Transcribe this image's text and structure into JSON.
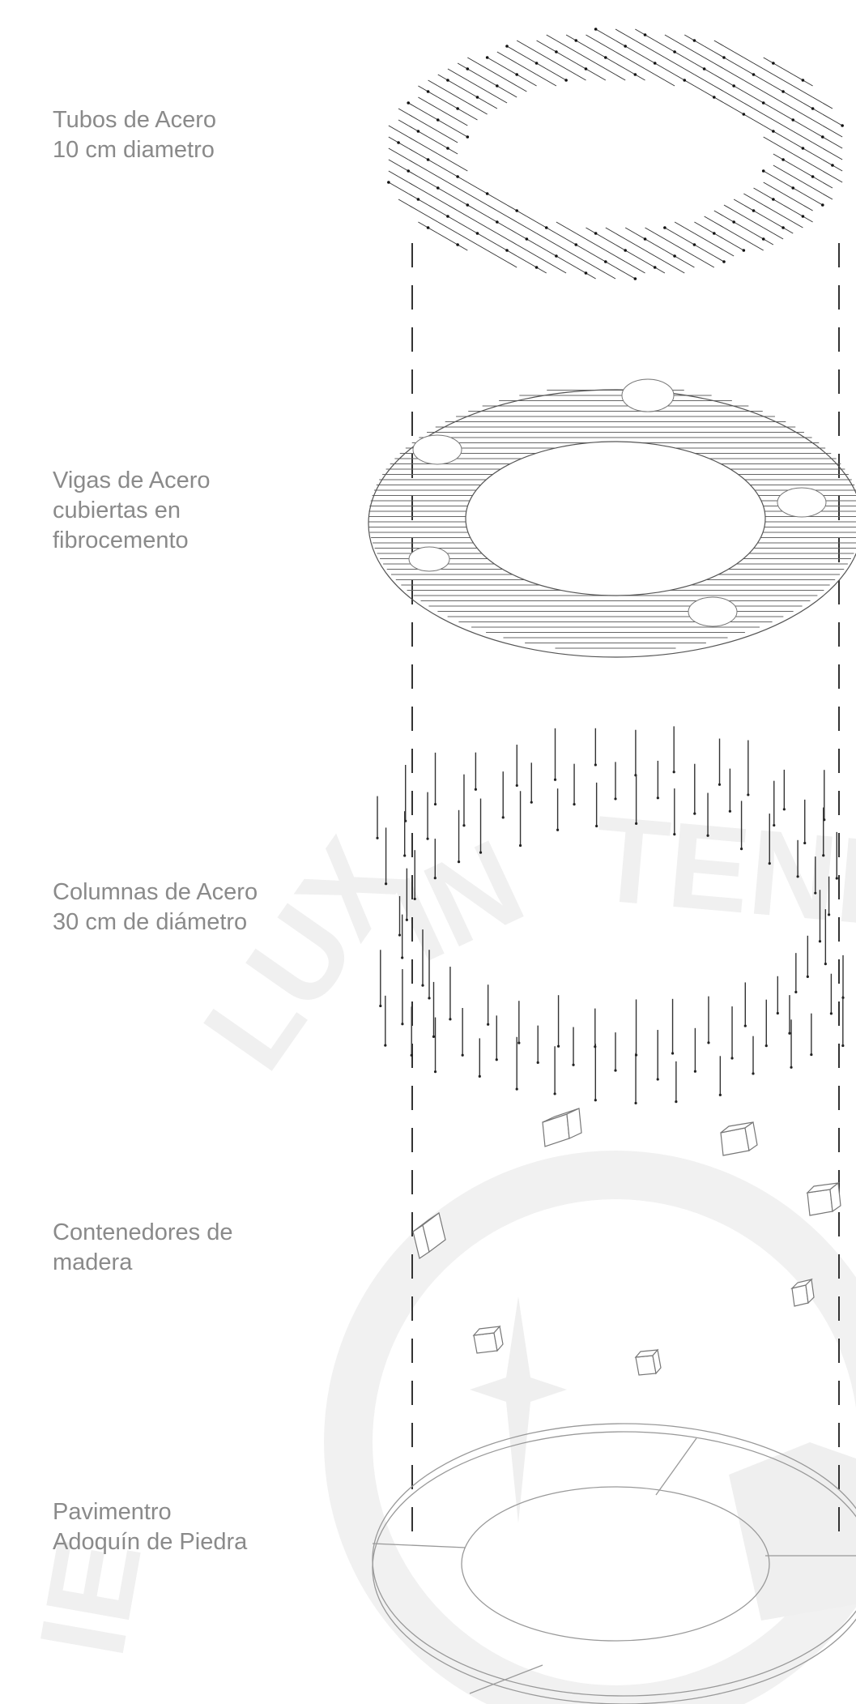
{
  "legend": {
    "tubes": {
      "line1": "Tubos de Acero",
      "line2": "10 cm diametro"
    },
    "beams": {
      "line1": "Vigas de Acero",
      "line2": "cubiertas en",
      "line3": "fibrocemento"
    },
    "columns": {
      "line1": "Columnas de Acero",
      "line2": "30 cm de diámetro"
    },
    "containers": {
      "line1": "Contenedores de",
      "line2": "madera"
    },
    "paving": {
      "line1": "Pavimentro",
      "line2": "Adoquín de Piedra"
    }
  },
  "watermark": {
    "text": "LUX IN TENEBRIS"
  },
  "colors": {
    "label": "#8a8a8a",
    "line": "#222222",
    "watermark": "#f2f2f2"
  }
}
